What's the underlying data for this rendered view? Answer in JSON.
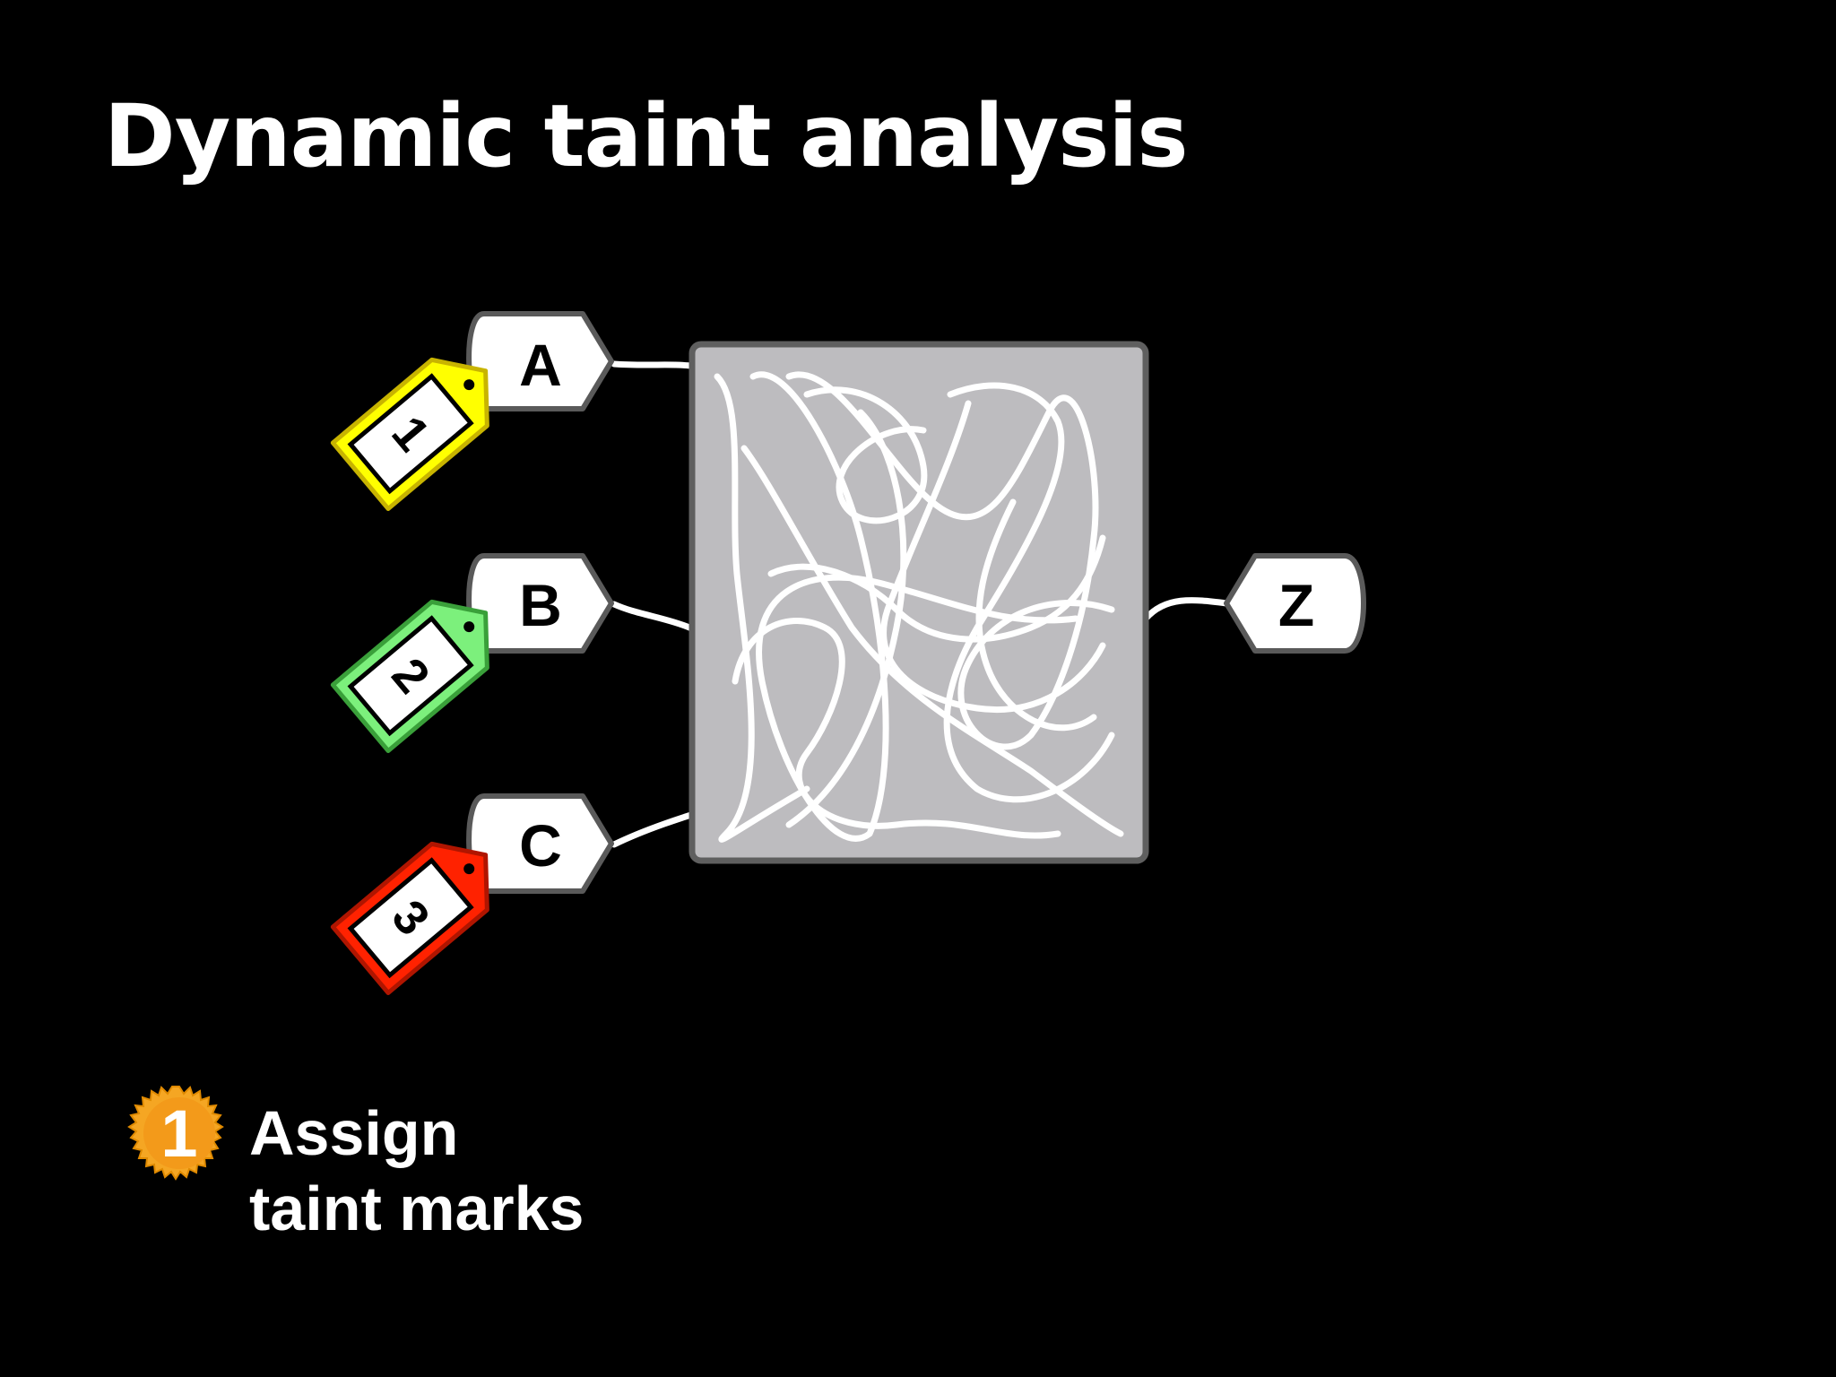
{
  "slide": {
    "title": "Dynamic taint analysis"
  },
  "diagram": {
    "inputs": [
      {
        "name": "A",
        "tag": "1",
        "tag_color": "#ffff00"
      },
      {
        "name": "B",
        "tag": "2",
        "tag_color": "#7cf07c"
      },
      {
        "name": "C",
        "tag": "3",
        "tag_color": "#ff2200"
      }
    ],
    "output": {
      "name": "Z"
    },
    "box_color": "#bdbcbf",
    "wire_color": "#ffffff"
  },
  "step": {
    "number": "1",
    "badge_color": "#f5a623",
    "line1": "Assign",
    "line2": "taint marks"
  }
}
